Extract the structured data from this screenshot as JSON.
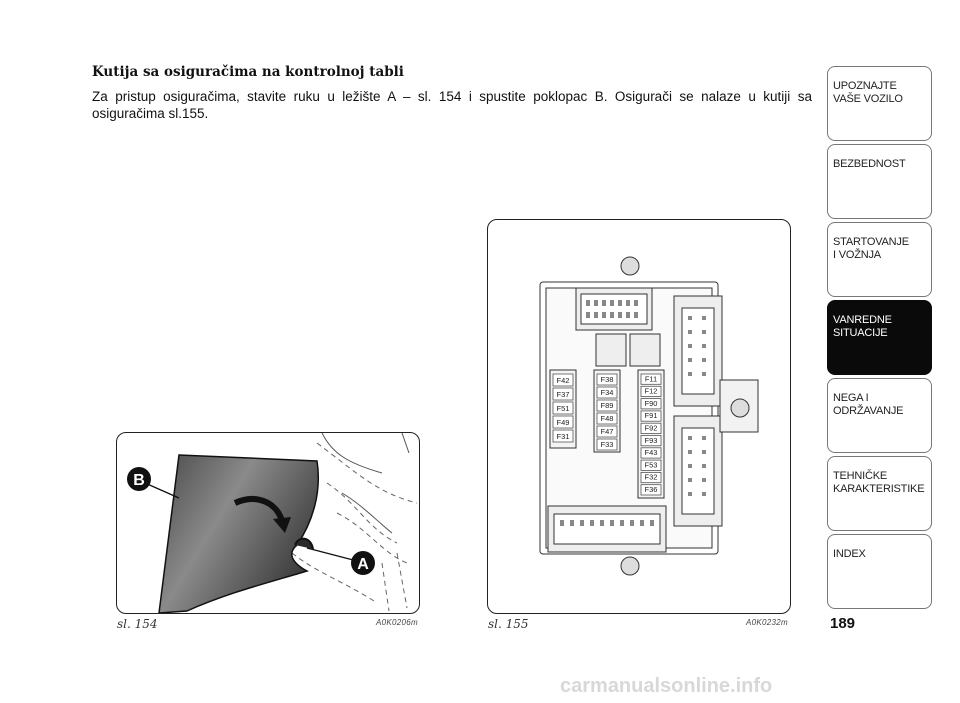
{
  "page": {
    "heading": "Kutija sa osiguračima na kontrolnoj tabli",
    "body": "Za pristup osiguračima, stavite ruku u ležište A – sl. 154 i spustite poklopac B. Osigurači se nalaze u kutiji sa osiguračima sl.155.",
    "page_number": "189",
    "footer": "carmanualsonline.info"
  },
  "figures": {
    "fig154": {
      "caption": "sl. 154",
      "code": "A0K0206m",
      "label_a": "A",
      "label_b": "B"
    },
    "fig155": {
      "caption": "sl. 155",
      "code": "A0K0232m",
      "fuses_left": [
        "F42",
        "F37",
        "F51",
        "F49",
        "F31"
      ],
      "fuses_middle": [
        "F38",
        "F34",
        "F89",
        "F48",
        "F47",
        "F33"
      ],
      "fuses_right": [
        "F11",
        "F12",
        "F90",
        "F91",
        "F92",
        "F93",
        "F43",
        "F53",
        "F32",
        "F36"
      ]
    }
  },
  "tabs": [
    {
      "label": "UPOZNAJTE\nVAŠE VOZILO",
      "active": false
    },
    {
      "label": "BEZBEDNOST",
      "active": false
    },
    {
      "label": "STARTOVANJE\nI VOŽNJA",
      "active": false
    },
    {
      "label": "VANREDNE\nSITUACIJE",
      "active": true
    },
    {
      "label": "NEGA I\nODRŽAVANJE",
      "active": false
    },
    {
      "label": "TEHNIČKE\nKARAKTERISTIKE",
      "active": false
    },
    {
      "label": "INDEX",
      "active": false
    }
  ]
}
